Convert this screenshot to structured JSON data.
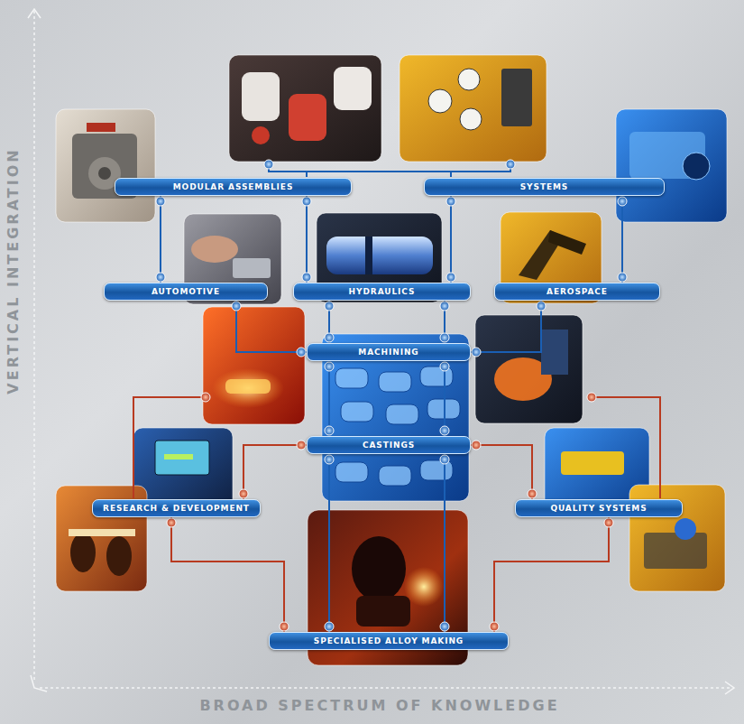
{
  "diagram": {
    "nodes": [
      {
        "text": [
          "MODULAR ASSEMBLIES"
        ]
      },
      {
        "text": [
          "SYSTEMS"
        ]
      },
      {
        "text": [
          "AUTOMOTIVE"
        ]
      },
      {
        "text": [
          "HYDRAULICS"
        ]
      },
      {
        "text": [
          "AEROSPACE"
        ]
      },
      {
        "text": [
          "MACHINING"
        ]
      },
      {
        "text": [
          "CASTINGS"
        ]
      },
      {
        "text": [
          "RESEARCH & DEVELOPMENT"
        ]
      },
      {
        "text": [
          "QUALITY SYSTEMS"
        ]
      },
      {
        "text": [
          "SPECIALISED ALLOY MAKING"
        ]
      }
    ],
    "edges": [
      {
        "from": 0,
        "to": 2,
        "arrow": "none"
      },
      {
        "from": 0,
        "to": 3,
        "arrow": "none"
      },
      {
        "from": 1,
        "to": 3,
        "arrow": "none"
      },
      {
        "from": 1,
        "to": 4,
        "arrow": "none"
      },
      {
        "from": 2,
        "to": 5,
        "arrow": "none"
      },
      {
        "from": 3,
        "to": 5,
        "arrow": "none"
      },
      {
        "from": 3,
        "to": 5,
        "arrow": "none"
      },
      {
        "from": 4,
        "to": 5,
        "arrow": "none"
      },
      {
        "from": 5,
        "to": 6,
        "arrow": "none"
      },
      {
        "from": 5,
        "to": 6,
        "arrow": "none"
      },
      {
        "from": 6,
        "to": 9,
        "arrow": "none"
      },
      {
        "from": 6,
        "to": 9,
        "arrow": "none"
      },
      {
        "from": 7,
        "to": 6,
        "arrow": "none"
      },
      {
        "from": 7,
        "to": 9,
        "arrow": "none"
      },
      {
        "from": 8,
        "to": 6,
        "arrow": "none"
      },
      {
        "from": 8,
        "to": 9,
        "arrow": "none"
      }
    ],
    "labels": [
      "VERTICAL INTEGRATION",
      "BROAD SPECTRUM OF KNOWLEDGE"
    ]
  }
}
